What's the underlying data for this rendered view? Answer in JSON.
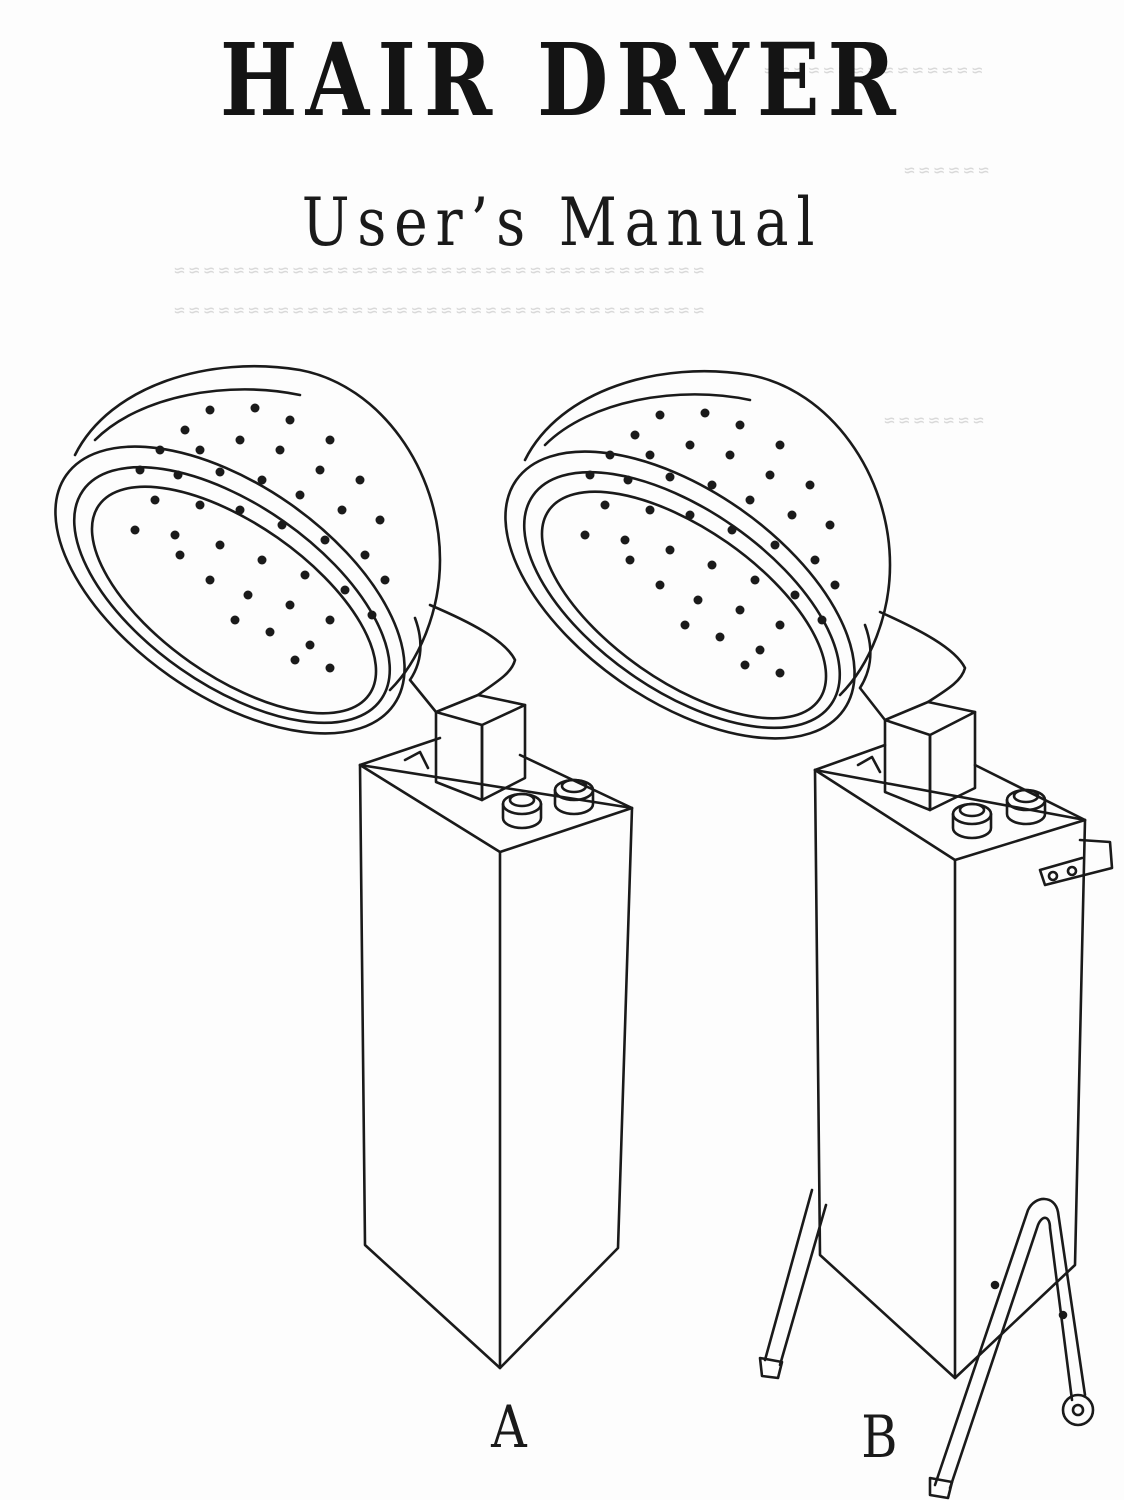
{
  "document": {
    "title": "HAIR DRYER",
    "subtitle": "User’s Manual"
  },
  "figures": [
    {
      "label": "A"
    },
    {
      "label": "B"
    }
  ],
  "colors": {
    "ink": "#1a1a1a",
    "paper": "#fdfdfd",
    "bleed_through": "#d9d9d9"
  }
}
